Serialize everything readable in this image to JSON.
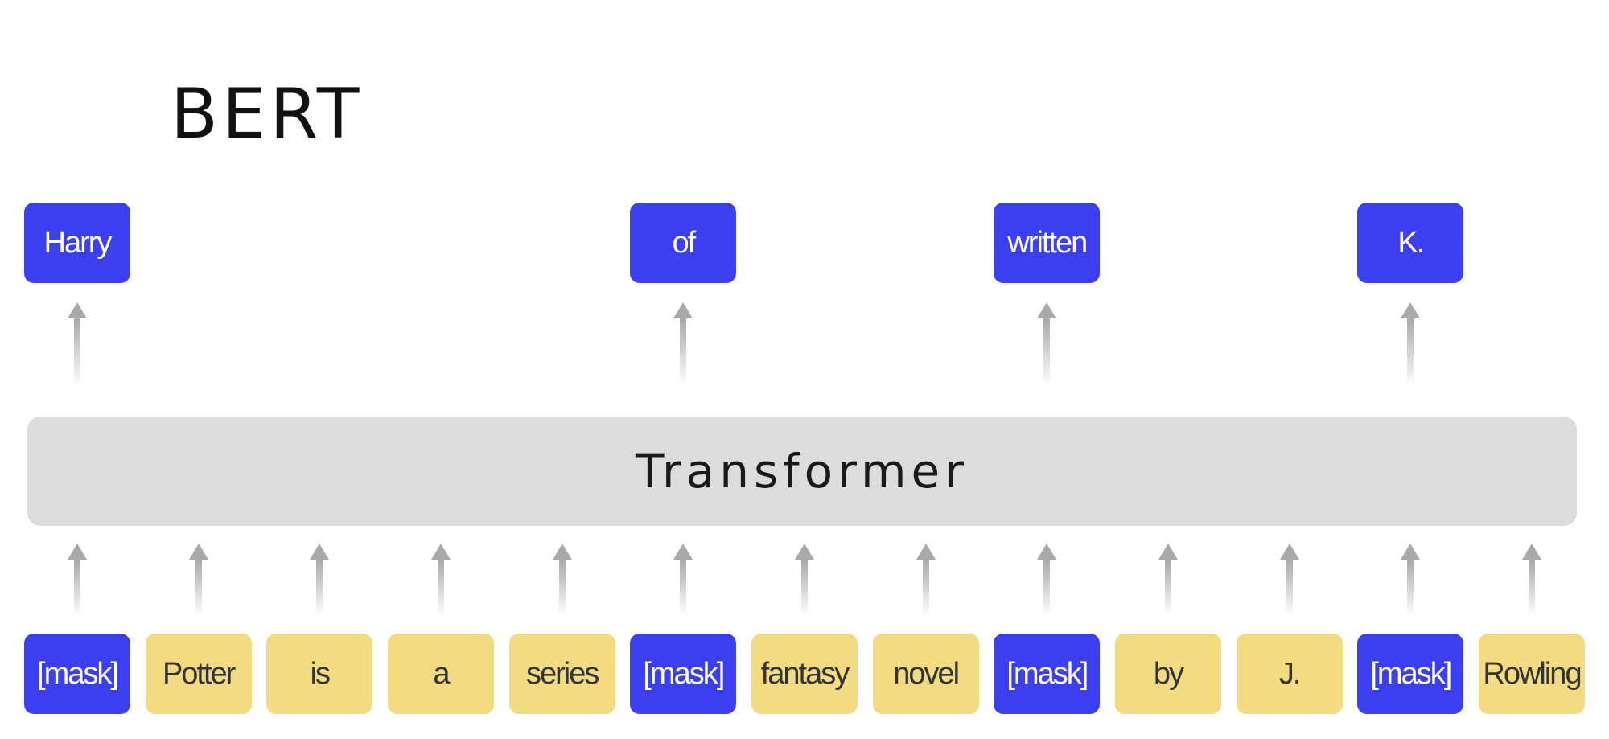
{
  "title": "BERT",
  "transformer_label": "Transformer",
  "input_tokens": [
    {
      "text": "[mask]",
      "masked": true
    },
    {
      "text": "Potter",
      "masked": false
    },
    {
      "text": "is",
      "masked": false
    },
    {
      "text": "a",
      "masked": false
    },
    {
      "text": "series",
      "masked": false
    },
    {
      "text": "[mask]",
      "masked": true
    },
    {
      "text": "fantasy",
      "masked": false
    },
    {
      "text": "novel",
      "masked": false
    },
    {
      "text": "[mask]",
      "masked": true
    },
    {
      "text": "by",
      "masked": false
    },
    {
      "text": "J.",
      "masked": false
    },
    {
      "text": "[mask]",
      "masked": true
    },
    {
      "text": "Rowling",
      "masked": false
    }
  ],
  "output_tokens": [
    {
      "text": "Harry",
      "input_index": 0
    },
    {
      "text": "of",
      "input_index": 5
    },
    {
      "text": "written",
      "input_index": 8
    },
    {
      "text": "K.",
      "input_index": 11
    }
  ],
  "colors": {
    "masked": "#3b3ff0",
    "plain": "#f2db80",
    "transformer": "#dcdcdc",
    "arrow": "#a9a9a9"
  }
}
